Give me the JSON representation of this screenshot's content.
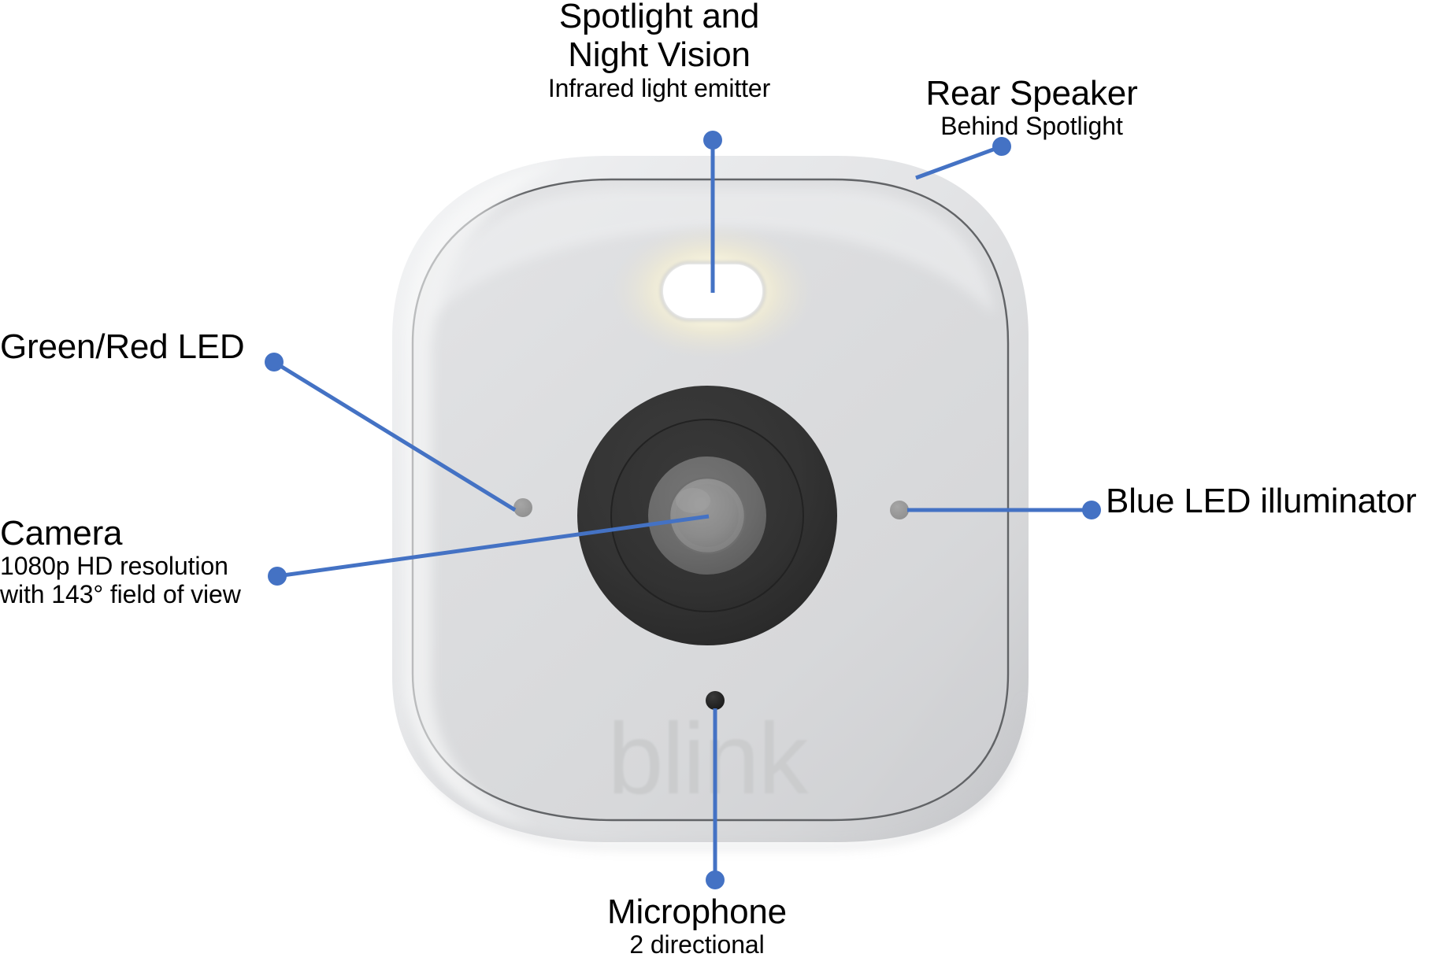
{
  "diagram": {
    "product_logo_text": "blink",
    "accent_color": "#4472C4",
    "body_color": "#dcdddf",
    "lens_color": "#313131",
    "callouts": [
      {
        "id": "spotlight",
        "title": "Spotlight and",
        "title2": "Night Vision",
        "subtitle": "Infrared light emitter"
      },
      {
        "id": "rear-speaker",
        "title": "Rear Speaker",
        "subtitle": "Behind Spotlight"
      },
      {
        "id": "green-red-led",
        "title": "Green/Red LED",
        "subtitle": ""
      },
      {
        "id": "blue-led",
        "title": "Blue LED illuminator",
        "subtitle": ""
      },
      {
        "id": "camera",
        "title": "Camera",
        "subtitle": "1080p HD resolution",
        "subtitle2": "with 143° field of view"
      },
      {
        "id": "microphone",
        "title": "Microphone",
        "subtitle": "2 directional"
      }
    ]
  }
}
